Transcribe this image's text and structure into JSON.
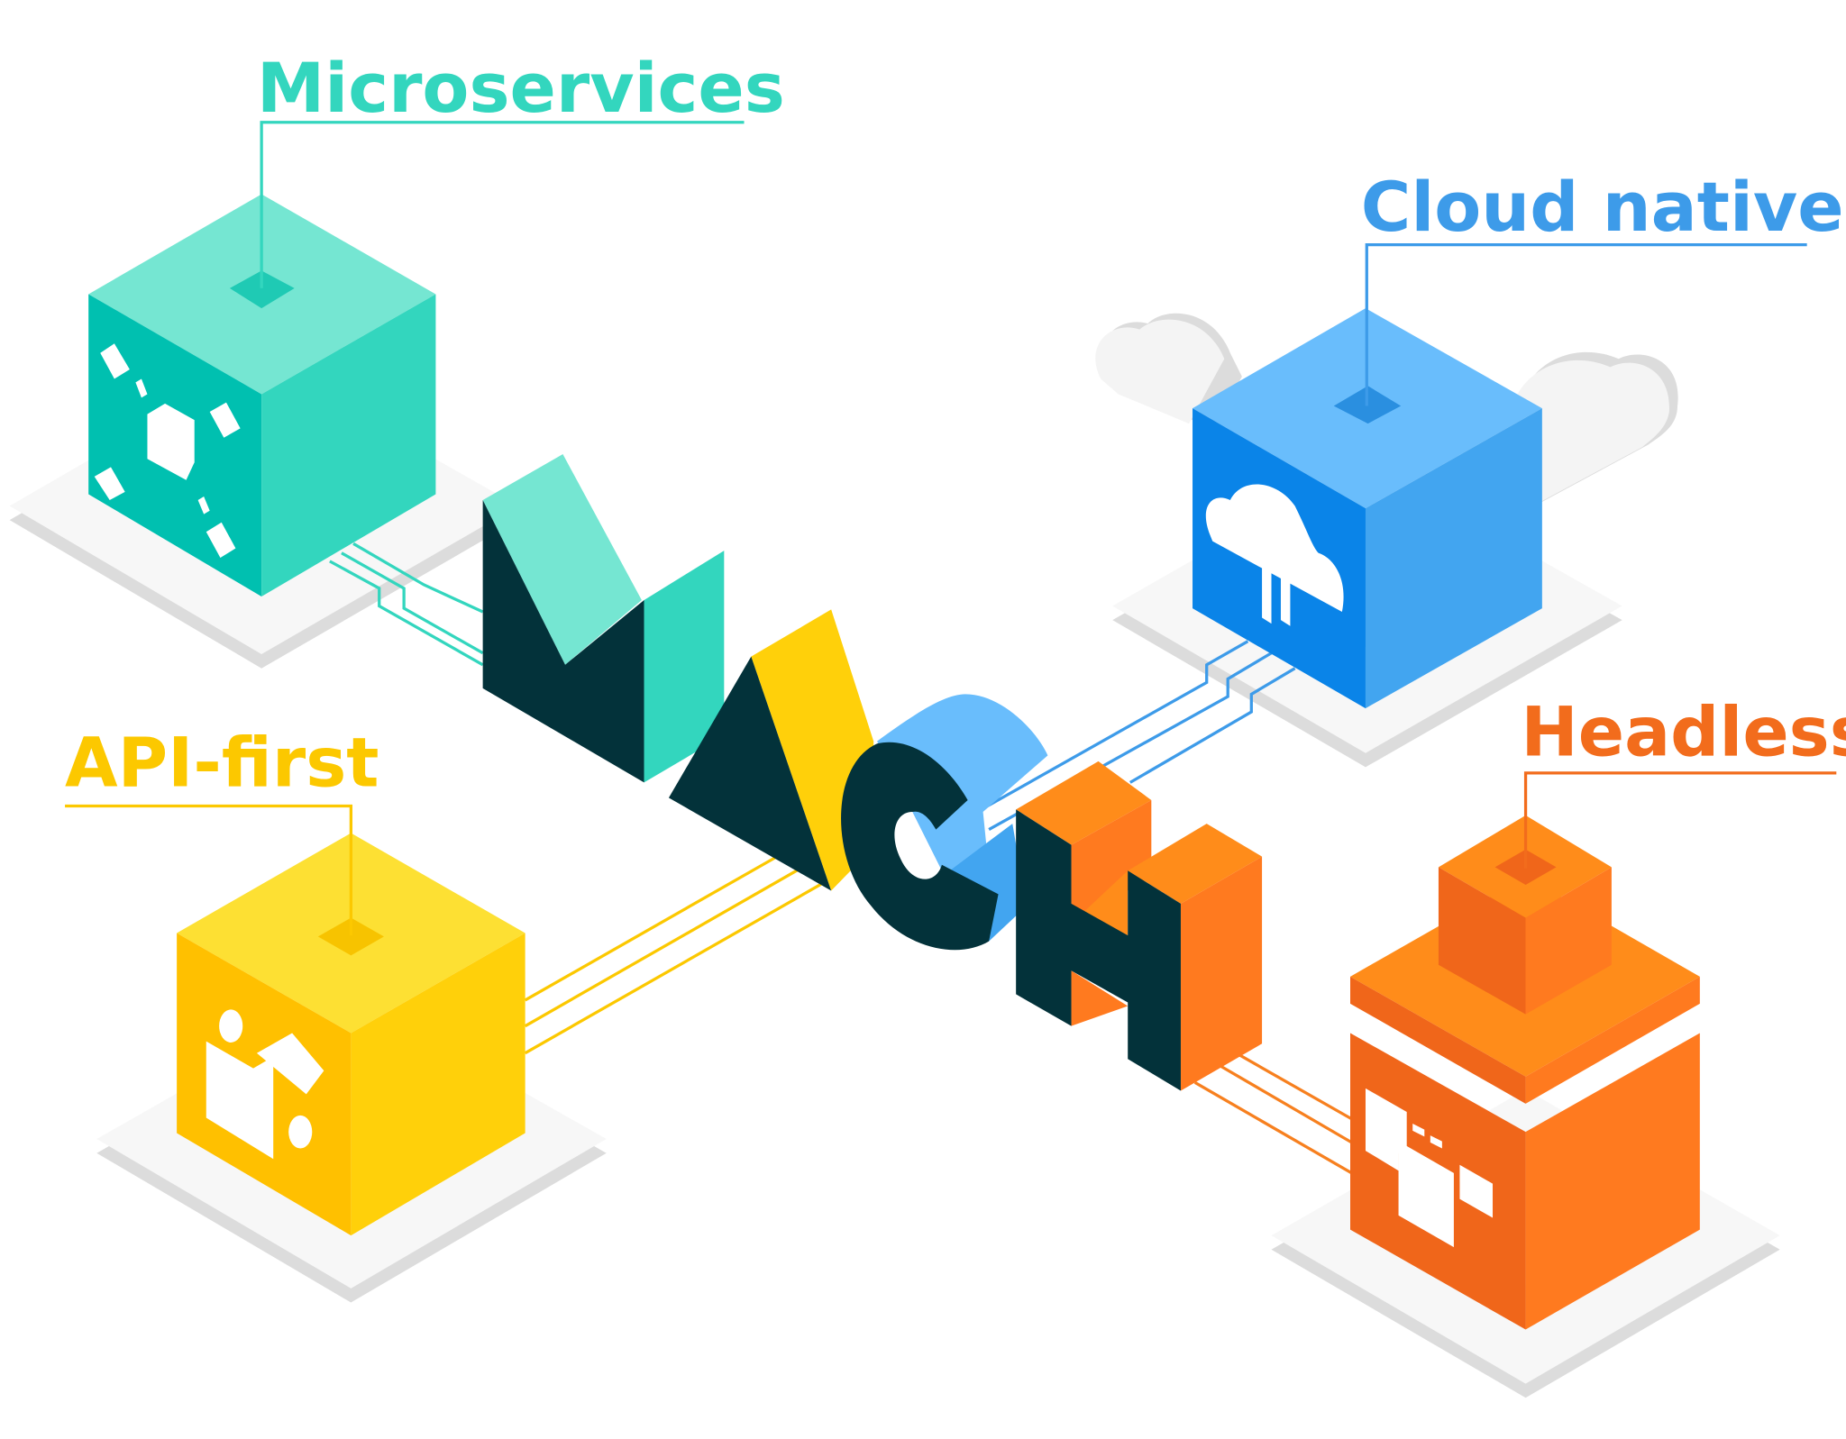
{
  "labels": {
    "microservices": "Microservices",
    "cloud_native": "Cloud native",
    "api_first": "API-first",
    "headless": "Headless"
  },
  "logo_text": "MACH",
  "colors": {
    "teal": "#33d6be",
    "blue": "#3d9be9",
    "yellow": "#fcc800",
    "orange": "#f26c1c",
    "dark": "#03323a"
  }
}
